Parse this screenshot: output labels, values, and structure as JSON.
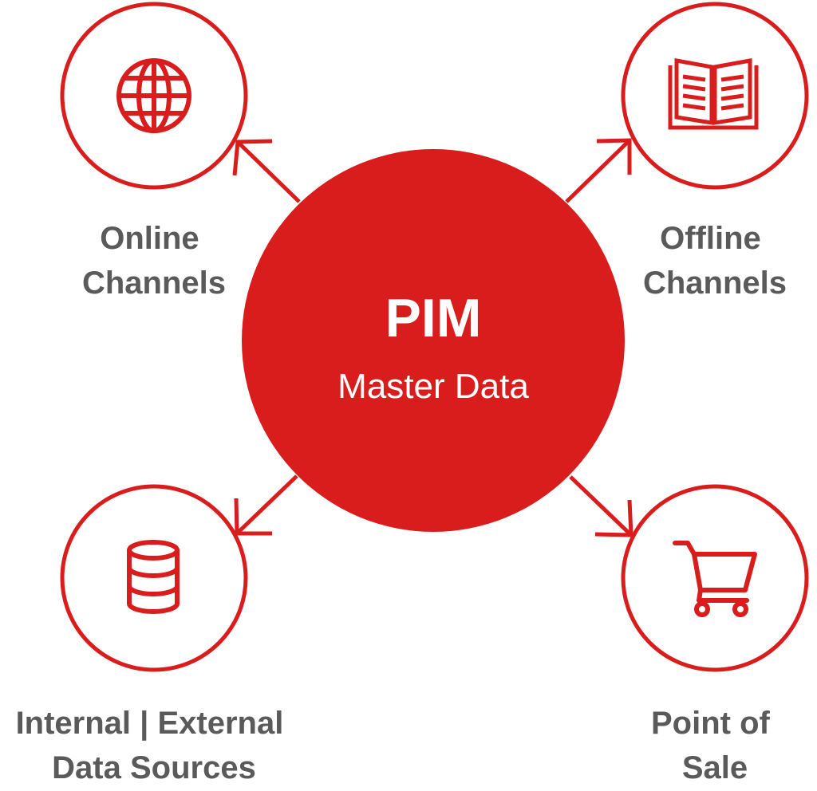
{
  "colors": {
    "accent": "#d91c1c",
    "label": "#5a5a5a",
    "background": "#ffffff",
    "center_text": "#ffffff"
  },
  "center": {
    "title": "PIM",
    "subtitle": "Master Data"
  },
  "nodes": [
    {
      "icon": "globe-icon",
      "label_lines": [
        "Online",
        "Channels"
      ],
      "arrow_direction": "outward"
    },
    {
      "icon": "book-icon",
      "label_lines": [
        "Offline",
        "Channels"
      ],
      "arrow_direction": "outward"
    },
    {
      "icon": "database-icon",
      "label_lines": [
        "Internal | External",
        "Data Sources"
      ],
      "arrow_direction": "outward"
    },
    {
      "icon": "shopping-cart-icon",
      "label_lines": [
        "Point of",
        "Sale"
      ],
      "arrow_direction": "outward"
    }
  ]
}
